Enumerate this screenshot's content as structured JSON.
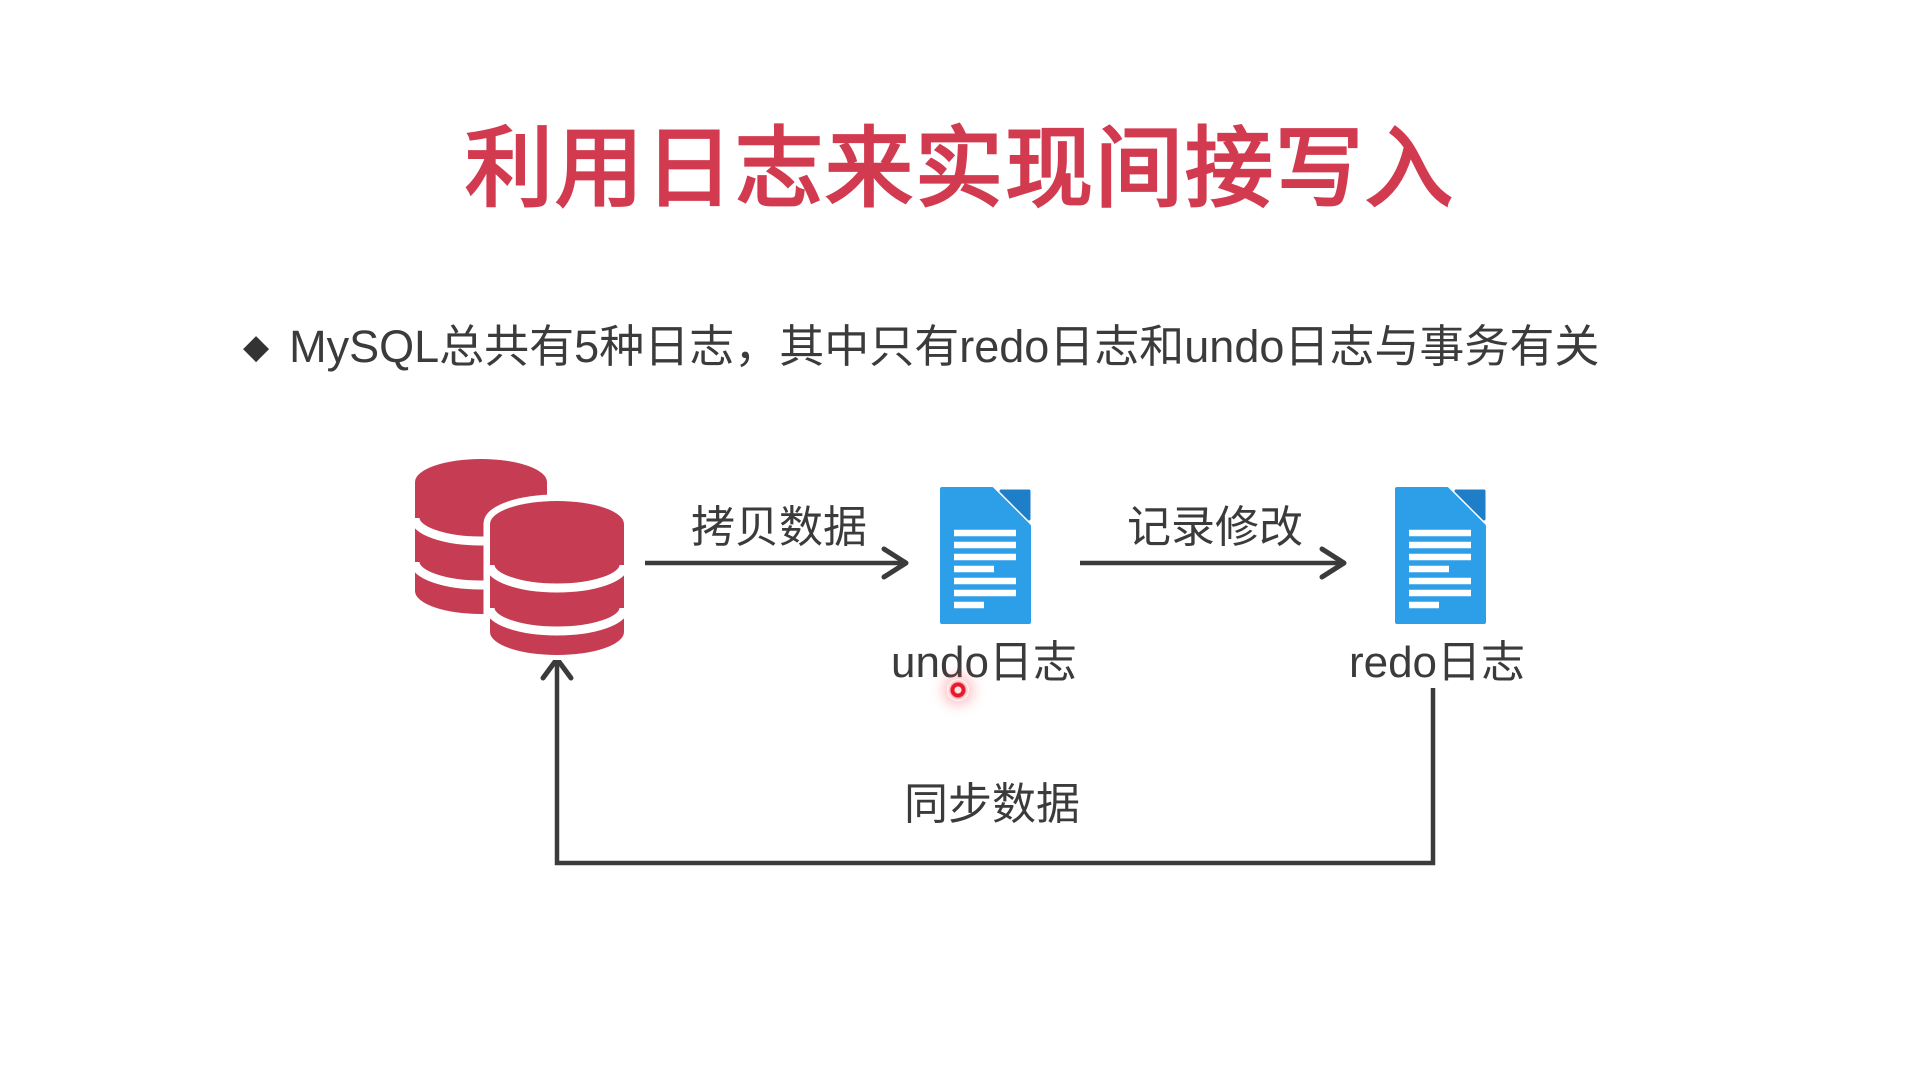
{
  "title": "利用日志来实现间接写入",
  "bullet": {
    "marker": "◆",
    "text": "MySQL总共有5种日志，其中只有redo日志和undo日志与事务有关"
  },
  "diagram": {
    "database_icon": "database-cylinders-icon",
    "flows": [
      {
        "label": "拷贝数据",
        "from": "database",
        "to": "undo-log"
      },
      {
        "label": "记录修改",
        "from": "undo-log",
        "to": "redo-log"
      },
      {
        "label": "同步数据",
        "from": "redo-log",
        "to": "database"
      }
    ],
    "nodes": [
      {
        "label": "undo日志",
        "icon": "document-icon"
      },
      {
        "label": "redo日志",
        "icon": "document-icon"
      }
    ],
    "pointer": "laser-pointer-dot"
  },
  "colors": {
    "title-red": "#d23a50",
    "db-red": "#c63d53",
    "doc-blue": "#2d9ee8",
    "doc-fold-blue": "#1e7ec8",
    "ink": "#3b3b3b",
    "laser-red": "#e8192c"
  }
}
